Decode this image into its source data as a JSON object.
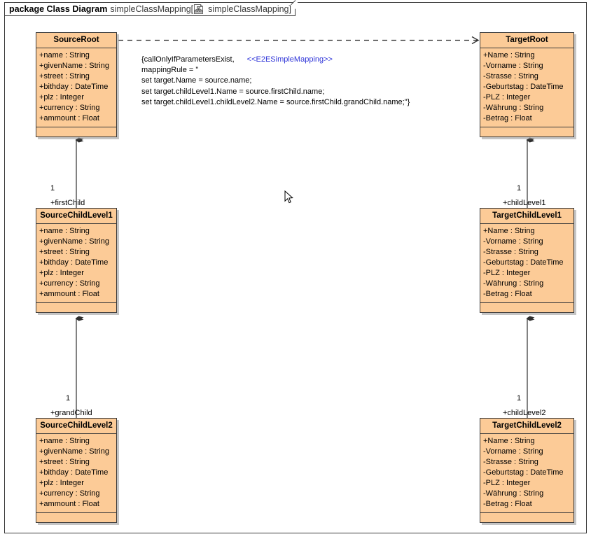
{
  "package_header": {
    "keyword": "package Class Diagram",
    "name": "simpleClassMapping[",
    "icon": "class-diagram-icon",
    "diagram_name": "simpleClassMapping",
    "close_bracket": "]"
  },
  "colors": {
    "class_fill": "#fccb97",
    "class_border": "#3b3b3b",
    "stereotype_text": "#2f35d8",
    "background": "#ffffff",
    "shadow": "#969696"
  },
  "note": {
    "lines": [
      "{callOnlyIfParametersExist,",
      "mappingRule = \"",
      "set target.Name = source.name;",
      "set target.childLevel1.Name = source.firstChild.name;",
      "set target.childLevel1.childLevel2.Name = source.firstChild.grandChild.name;\"}"
    ],
    "stereotype": "<<E2ESimpleMapping>>"
  },
  "classes": [
    {
      "id": "source-root",
      "name": "SourceRoot",
      "attributes": [
        "+name : String",
        "+givenName : String",
        "+street : String",
        "+bithday : DateTime",
        "+plz : Integer",
        "+currency : String",
        "+ammount : Float"
      ],
      "operations": []
    },
    {
      "id": "target-root",
      "name": "TargetRoot",
      "attributes": [
        "+Name : String",
        "-Vorname : String",
        "-Strasse : String",
        "-Geburtstag : DateTime",
        "-PLZ : Integer",
        "-Währung : String",
        "-Betrag : Float"
      ],
      "operations": []
    },
    {
      "id": "source-child-level1",
      "name": "SourceChildLevel1",
      "attributes": [
        "+name : String",
        "+givenName : String",
        "+street : String",
        "+bithday : DateTime",
        "+plz : Integer",
        "+currency : String",
        "+ammount : Float"
      ],
      "operations": []
    },
    {
      "id": "target-child-level1",
      "name": "TargetChildLevel1",
      "attributes": [
        "+Name : String",
        "-Vorname : String",
        "-Strasse : String",
        "-Geburtstag : DateTime",
        "-PLZ : Integer",
        "-Währung : String",
        "-Betrag : Float"
      ],
      "operations": []
    },
    {
      "id": "source-child-level2",
      "name": "SourceChildLevel2",
      "attributes": [
        "+name : String",
        "+givenName : String",
        "+street : String",
        "+bithday : DateTime",
        "+plz : Integer",
        "+currency : String",
        "+ammount : Float"
      ],
      "operations": []
    },
    {
      "id": "target-child-level2",
      "name": "TargetChildLevel2",
      "attributes": [
        "+Name : String",
        "-Vorname : String",
        "-Strasse : String",
        "-Geburtstag : DateTime",
        "-PLZ : Integer",
        "-Währung : String",
        "-Betrag : Float"
      ],
      "operations": []
    }
  ],
  "associations": [
    {
      "id": "assoc-first-child",
      "multiplicity": "1",
      "role": "+firstChild"
    },
    {
      "id": "assoc-child-level1",
      "multiplicity": "1",
      "role": "+childLevel1"
    },
    {
      "id": "assoc-grand-child",
      "multiplicity": "1",
      "role": "+grandChild"
    },
    {
      "id": "assoc-child-level2",
      "multiplicity": "1",
      "role": "+childLevel2"
    }
  ],
  "dependency": {
    "id": "dependency-source-to-target",
    "style": "dashed",
    "arrow": "open"
  }
}
